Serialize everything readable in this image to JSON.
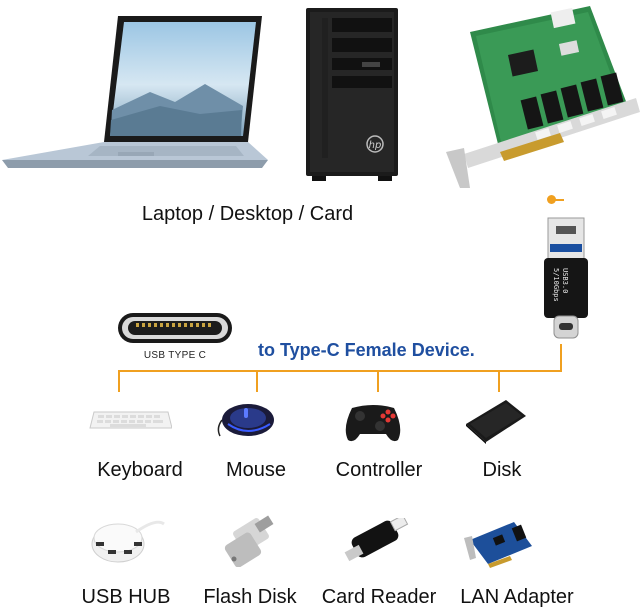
{
  "colors": {
    "accent": "#f0a020",
    "title_blue": "#1f4fa0",
    "text": "#111111",
    "pcb_green": "#2f8a4a",
    "lan_blue": "#1d4f9a"
  },
  "top": {
    "caption": "Laptop / Desktop / Card",
    "items": [
      {
        "name": "laptop",
        "icon": "laptop-icon"
      },
      {
        "name": "desktop",
        "icon": "desktop-tower-icon",
        "brand": "hp"
      },
      {
        "name": "card",
        "icon": "pci-card-icon"
      }
    ]
  },
  "adapter": {
    "icon": "usb-to-usbc-adapter-icon",
    "label_line1": "USB3.0",
    "label_line2": "5/10Gbps"
  },
  "usbc_port": {
    "label": "USB TYPE C",
    "icon": "usb-type-c-port-icon"
  },
  "banner": "to Type-C Female Device.",
  "row1": [
    {
      "label": "Keyboard",
      "icon": "keyboard-icon"
    },
    {
      "label": "Mouse",
      "icon": "mouse-icon"
    },
    {
      "label": "Controller",
      "icon": "game-controller-icon"
    },
    {
      "label": "Disk",
      "icon": "disk-drive-icon"
    }
  ],
  "row2": [
    {
      "label": "USB HUB",
      "icon": "usb-hub-icon"
    },
    {
      "label": "Flash Disk",
      "icon": "flash-disk-icon"
    },
    {
      "label": "Card Reader",
      "icon": "card-reader-icon"
    },
    {
      "label": "LAN Adapter",
      "icon": "lan-adapter-icon"
    }
  ]
}
